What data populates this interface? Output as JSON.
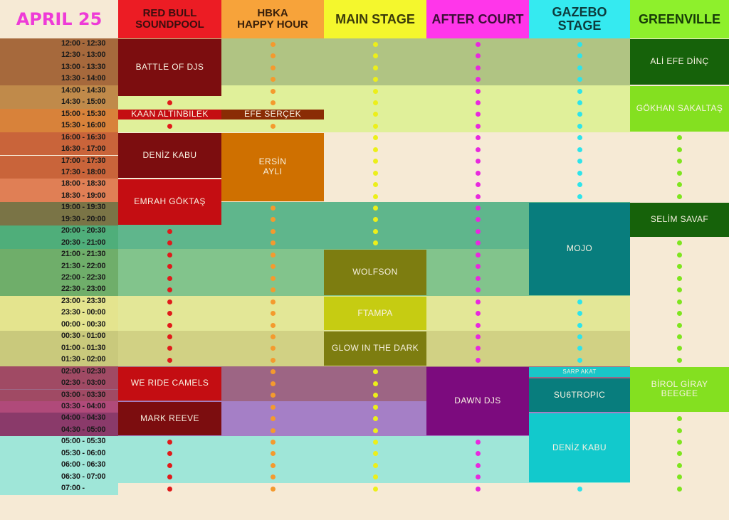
{
  "date": "APRIL 25",
  "columns": [
    {
      "id": "redbull",
      "label": "RED BULL\nSOUNDPOOL",
      "bg": "#ec1c24",
      "fg": "#3a0e0e",
      "size": 15,
      "dot": "#e01b1b"
    },
    {
      "id": "hbka",
      "label": "HBKA\nHAPPY HOUR",
      "bg": "#f7a33a",
      "fg": "#3a200a",
      "size": 15,
      "dot": "#f49a2e"
    },
    {
      "id": "main",
      "label": "MAIN STAGE",
      "bg": "#f4f72d",
      "fg": "#3a3a0a",
      "size": 18,
      "dot": "#ecef1a"
    },
    {
      "id": "after",
      "label": "AFTER COURT",
      "bg": "#ff36ea",
      "fg": "#3d0f38",
      "size": 18,
      "dot": "#e829de"
    },
    {
      "id": "gazebo",
      "label": "GAZEBO STAGE",
      "bg": "#35eaf0",
      "fg": "#0d3b3d",
      "size": 18,
      "dot": "#2ee4ea"
    },
    {
      "id": "green",
      "label": "GREENVILLE",
      "bg": "#8ef02c",
      "fg": "#163a08",
      "size": 18,
      "dot": "#7fe51f"
    }
  ],
  "times": [
    "12:00 - 12:30",
    "12:30 - 13:00",
    "13:00 - 13:30",
    "13:30 - 14:00",
    "14:00 - 14:30",
    "14:30 - 15:00",
    "15:00 - 15:30",
    "15:30 - 16:00",
    "16:00 - 16:30",
    "16:30 - 17:00",
    "17:00 - 17:30",
    "17:30 - 18:00",
    "18:00 - 18:30",
    "18:30 - 19:00",
    "19:00 - 19:30",
    "19:30 - 20:00",
    "20:00 - 20:30",
    "20:30 - 21:00",
    "21:00 - 21:30",
    "21:30 - 22:00",
    "22:00 - 22:30",
    "22:30 - 23:00",
    "23:00 - 23:30",
    "23:30 - 00:00",
    "00:00 - 00:30",
    "00:30 - 01:00",
    "01:00 - 01:30",
    "01:30 - 02:00",
    "02:00 - 02:30",
    "02:30 - 03:00",
    "03:00 - 03:30",
    "03:30 - 04:00",
    "04:00 - 04:30",
    "04:30 - 05:00",
    "05:00 - 05:30",
    "05:30 - 06:00",
    "06:00 - 06:30",
    "06:30 - 07:00",
    "07:00 -"
  ],
  "performers": [
    {
      "name": "BATTLE OF DJS",
      "column": "redbull",
      "start": "12:00",
      "end": "14:30",
      "color": "#7c0d0f"
    },
    {
      "name": "KAAN ALTINBILEK",
      "column": "redbull",
      "start": "15:00",
      "end": "15:30",
      "color": "#c40d12"
    },
    {
      "name": "DENİZ KABU",
      "column": "redbull",
      "start": "16:00",
      "end": "18:00",
      "color": "#7c0d0f"
    },
    {
      "name": "EMRAH GÖKTAŞ",
      "column": "redbull",
      "start": "18:00",
      "end": "20:00",
      "color": "#c40d12"
    },
    {
      "name": "WE RIDE CAMELS",
      "column": "redbull",
      "start": "02:00",
      "end": "03:30",
      "color": "#c40d12"
    },
    {
      "name": "MARK REEVE",
      "column": "redbull",
      "start": "03:30",
      "end": "05:00",
      "color": "#7c0d0f"
    },
    {
      "name": "EFE SERÇEK",
      "column": "hbka",
      "start": "15:00",
      "end": "15:30",
      "color": "#8a2c05"
    },
    {
      "name": "ERSİN\nAYLI",
      "column": "hbka",
      "start": "16:00",
      "end": "19:00",
      "color": "#cf7000"
    },
    {
      "name": "WOLFSON",
      "column": "main",
      "start": "21:00",
      "end": "23:00",
      "color": "#7d7d10"
    },
    {
      "name": "FTAMPA",
      "column": "main",
      "start": "23:00",
      "end": "00:30",
      "color": "#c6cc12"
    },
    {
      "name": "GLOW IN THE DARK",
      "column": "main",
      "start": "00:30",
      "end": "02:00",
      "color": "#7d7d10"
    },
    {
      "name": "DAWN DJS",
      "column": "after",
      "start": "02:00",
      "end": "05:00",
      "color": "#7c0b7e"
    },
    {
      "name": "MOJO",
      "column": "gazebo",
      "start": "19:00",
      "end": "23:00",
      "color": "#087d7d"
    },
    {
      "name": "SARP AKAT",
      "column": "gazebo",
      "start": "02:00",
      "end": "02:30",
      "color": "#19c6c8",
      "small": true
    },
    {
      "name": "SU6TROPIC",
      "column": "gazebo",
      "start": "02:30",
      "end": "04:00",
      "color": "#087d7d"
    },
    {
      "name": "DENİZ KABU",
      "column": "gazebo",
      "start": "04:00",
      "end": "07:00",
      "color": "#12c9cc"
    },
    {
      "name": "ALİ EFE DİNÇ",
      "column": "green",
      "start": "12:00",
      "end": "14:00",
      "color": "#16620a"
    },
    {
      "name": "GÖKHAN SAKALTAŞ",
      "column": "green",
      "start": "14:00",
      "end": "16:00",
      "color": "#84e020"
    },
    {
      "name": "SELİM SAVAF",
      "column": "green",
      "start": "19:00",
      "end": "20:30",
      "color": "#16620a"
    },
    {
      "name": "BİROL GİRAY\nBEEGEE",
      "column": "green",
      "start": "02:00",
      "end": "04:00",
      "color": "#84e020"
    }
  ],
  "bands": [
    {
      "start": "12:00",
      "end": "14:00",
      "color": "#b0c483"
    },
    {
      "start": "14:00",
      "end": "16:00",
      "color": "#e0f09a"
    },
    {
      "start": "19:00",
      "end": "21:00",
      "color": "#5fb68c"
    },
    {
      "start": "21:00",
      "end": "23:00",
      "color": "#82c48c"
    },
    {
      "start": "23:00",
      "end": "00:30",
      "color": "#e3e797"
    },
    {
      "start": "00:30",
      "end": "02:00",
      "color": "#d1d184"
    },
    {
      "start": "02:00",
      "end": "03:30",
      "color": "#9d6584"
    },
    {
      "start": "03:30",
      "end": "05:00",
      "color": "#a57fc6"
    },
    {
      "start": "05:00",
      "end": "07:00",
      "color": "#9fe6d8"
    }
  ]
}
